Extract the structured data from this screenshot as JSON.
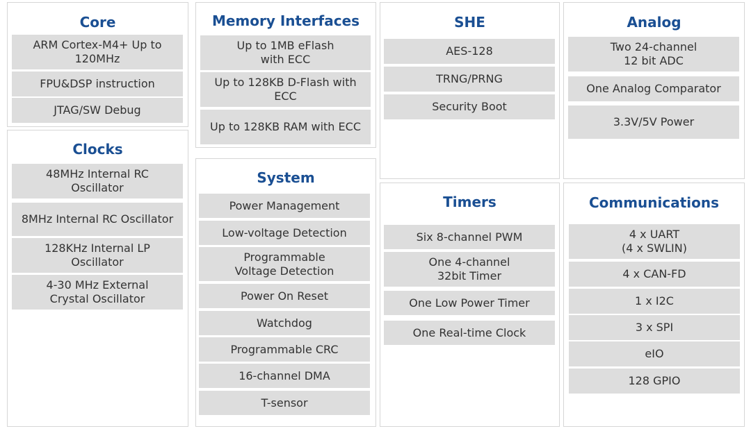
{
  "core": {
    "title": "Core",
    "items": [
      "ARM Cortex-M4+ Up to\n120MHz",
      "FPU&DSP instruction",
      "JTAG/SW Debug"
    ]
  },
  "clocks": {
    "title": "Clocks",
    "items": [
      "48MHz Internal RC\nOscillator",
      "8MHz Internal RC Oscillator",
      "128KHz Internal LP\nOscillator",
      "4-30 MHz External\nCrystal Oscillator"
    ]
  },
  "memory": {
    "title": "Memory Interfaces",
    "items": [
      "Up to 1MB eFlash\nwith ECC",
      "Up to 128KB D-Flash with\nECC",
      "Up to 128KB RAM with ECC"
    ]
  },
  "system": {
    "title": "System",
    "items": [
      "Power Management",
      "Low-voltage Detection",
      "Programmable\nVoltage Detection",
      "Power On Reset",
      "Watchdog",
      "Programmable CRC",
      "16-channel DMA",
      "T-sensor"
    ]
  },
  "she": {
    "title": "SHE",
    "items": [
      "AES-128",
      "TRNG/PRNG",
      "Security Boot"
    ]
  },
  "timers": {
    "title": "Timers",
    "items": [
      "Six 8-channel PWM",
      "One 4-channel\n32bit Timer",
      "One Low Power Timer",
      "One Real-time Clock"
    ]
  },
  "analog": {
    "title": "Analog",
    "items": [
      "Two 24-channel\n12 bit ADC",
      "One Analog Comparator",
      "3.3V/5V Power"
    ]
  },
  "communications": {
    "title": "Communications",
    "items": [
      "4 x UART\n(4 x SWLIN)",
      "4 x CAN-FD",
      "1 x I2C",
      "3 x SPI",
      "eIO",
      "128 GPIO"
    ]
  }
}
